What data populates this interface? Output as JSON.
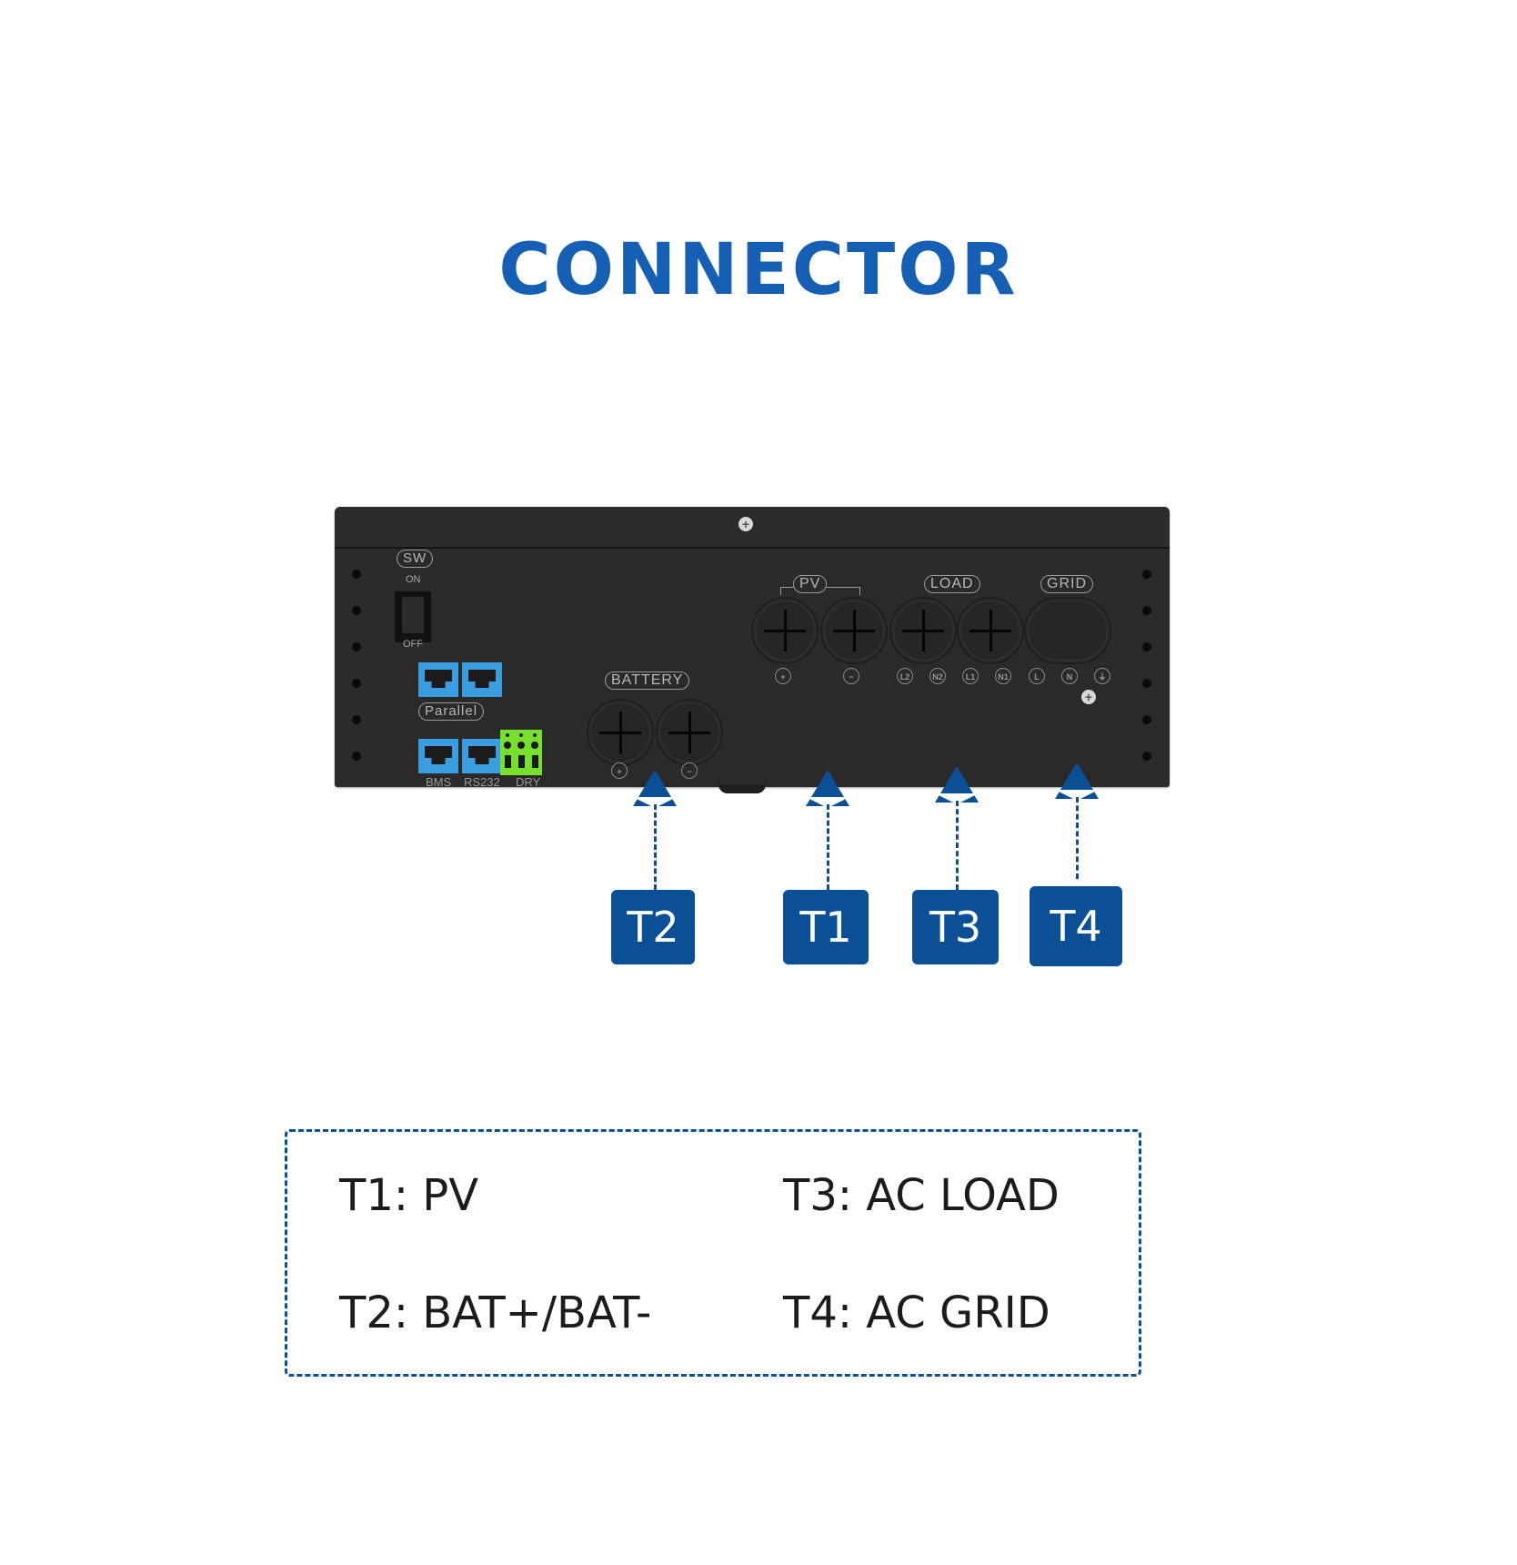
{
  "title": "CONNECTOR",
  "colors": {
    "accent": "#1560b4",
    "badge": "#0b4f96",
    "device_body": "#2a2a2a",
    "port_blue": "#3a9de0",
    "port_green": "#76e02c"
  },
  "device": {
    "switch": {
      "label": "SW",
      "on_label": "ON",
      "off_label": "OFF"
    },
    "comm_ports": {
      "parallel_label": "Parallel",
      "bms_label": "BMS",
      "rs232_label": "RS232",
      "dry_label": "DRY"
    },
    "battery": {
      "label": "BATTERY",
      "terminals": [
        "+",
        "−"
      ]
    },
    "pv": {
      "label": "PV",
      "terminals": [
        "+",
        "−"
      ]
    },
    "load": {
      "label": "LOAD",
      "terminals": [
        "L2",
        "N2",
        "L1",
        "N1"
      ]
    },
    "grid": {
      "label": "GRID",
      "terminals": [
        "L",
        "N",
        "⏚"
      ]
    },
    "screw_icon": "+"
  },
  "callouts": [
    {
      "id": "T2",
      "label": "T2",
      "target": "BATTERY"
    },
    {
      "id": "T1",
      "label": "T1",
      "target": "PV"
    },
    {
      "id": "T3",
      "label": "T3",
      "target": "LOAD"
    },
    {
      "id": "T4",
      "label": "T4",
      "target": "GRID"
    }
  ],
  "legend": {
    "items": [
      {
        "text": "T1: PV"
      },
      {
        "text": "T3: AC LOAD"
      },
      {
        "text": "T2: BAT+/BAT-"
      },
      {
        "text": "T4: AC GRID"
      }
    ]
  }
}
